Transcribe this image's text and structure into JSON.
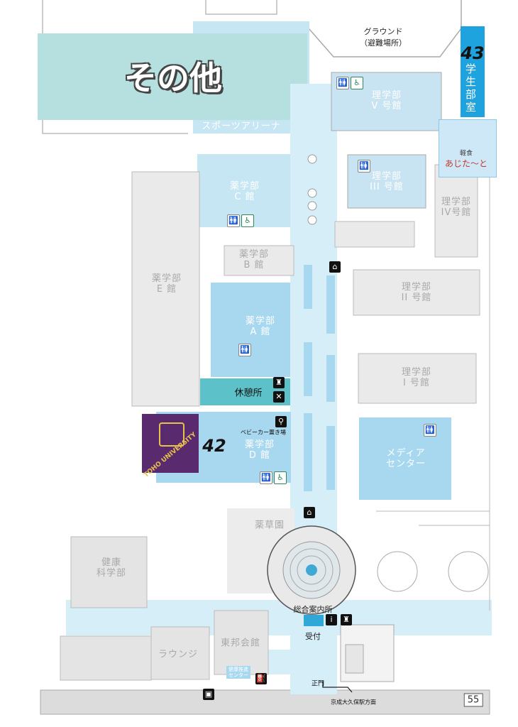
{
  "section_title": "その他",
  "buildings": {
    "rigakubu_5": "理学部\nV 号館",
    "rigakubu_4": "理学部\nIV号館",
    "rigakubu_3": "理学部\nIII 号館",
    "rigakubu_2": "理学部\nII 号館",
    "rigakubu_1": "理学部\nI 号館",
    "yakugakubu_c": "薬学部\nC 館",
    "yakugakubu_b": "薬学部\nB 館",
    "yakugakubu_e": "薬学部\nE 館",
    "yakugakubu_a": "薬学部\nA 館",
    "yakugakubu_d": "薬学部\nD 館",
    "media_center": "メディア\nセンター",
    "kyukeijo": "休憩所",
    "kenko": "健康\n科学部",
    "lounge": "ラウンジ",
    "toho_kaikan": "東邦会館",
    "kenko_suishin": "健康推進\nセンター",
    "yakusoen": "薬草園",
    "sports_arena": "スポーツアリーナ"
  },
  "labels": {
    "ground": "グラウンド\n（避難場所）",
    "student_room_number": "43",
    "student_room": "学生部室",
    "stroller": "ベビーカー置き場",
    "info_center": "総合案内所",
    "reception": "受付",
    "main_gate": "正門",
    "station_direction": "京成大久保駅方面",
    "spot_42": "42",
    "page_number": "55",
    "crest_text": "TOHO UNIVERSITY",
    "shop_sign": "あじた〜と",
    "shop_small": "軽食"
  },
  "colors": {
    "building_blue": "#a8d8ef",
    "building_gray": "#e4e4e4",
    "path_blue": "#d6eef8",
    "title_box": "#b6e0df",
    "student_room": "#1fa3de",
    "crest_purple": "#5a2a6e",
    "road": "#dcdcdc"
  },
  "icons": [
    "restroom-icon",
    "accessible-icon",
    "trash-icon",
    "smoking-icon",
    "restaurant-icon",
    "info-icon",
    "bus-icon",
    "cart-icon",
    "stroller-icon"
  ]
}
